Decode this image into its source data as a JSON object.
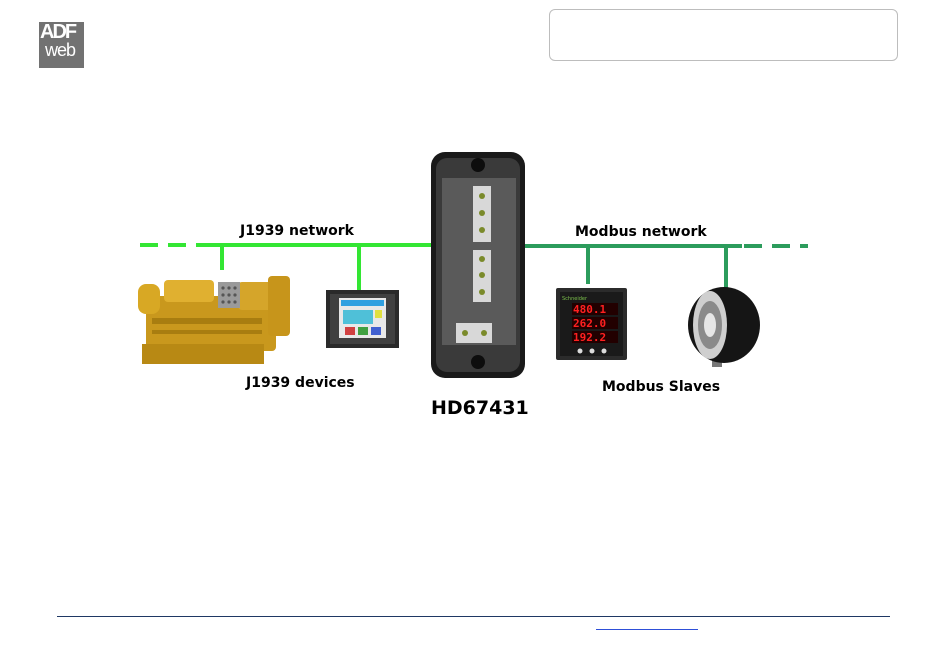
{
  "logo": {
    "line1": "ADF",
    "line2": "web"
  },
  "diagram": {
    "left_network_label": "J1939 network",
    "right_network_label": "Modbus network",
    "left_devices_label": "J1939 devices",
    "right_devices_label": "Modbus Slaves",
    "converter_label": "HD67431",
    "meter_readings": [
      "480.1",
      "262.0",
      "192.2"
    ]
  },
  "colors": {
    "j1939_line": "#33e633",
    "modbus_line": "#2c9c5c",
    "footer_line": "#1f3864",
    "link": "#2e4fd8"
  }
}
